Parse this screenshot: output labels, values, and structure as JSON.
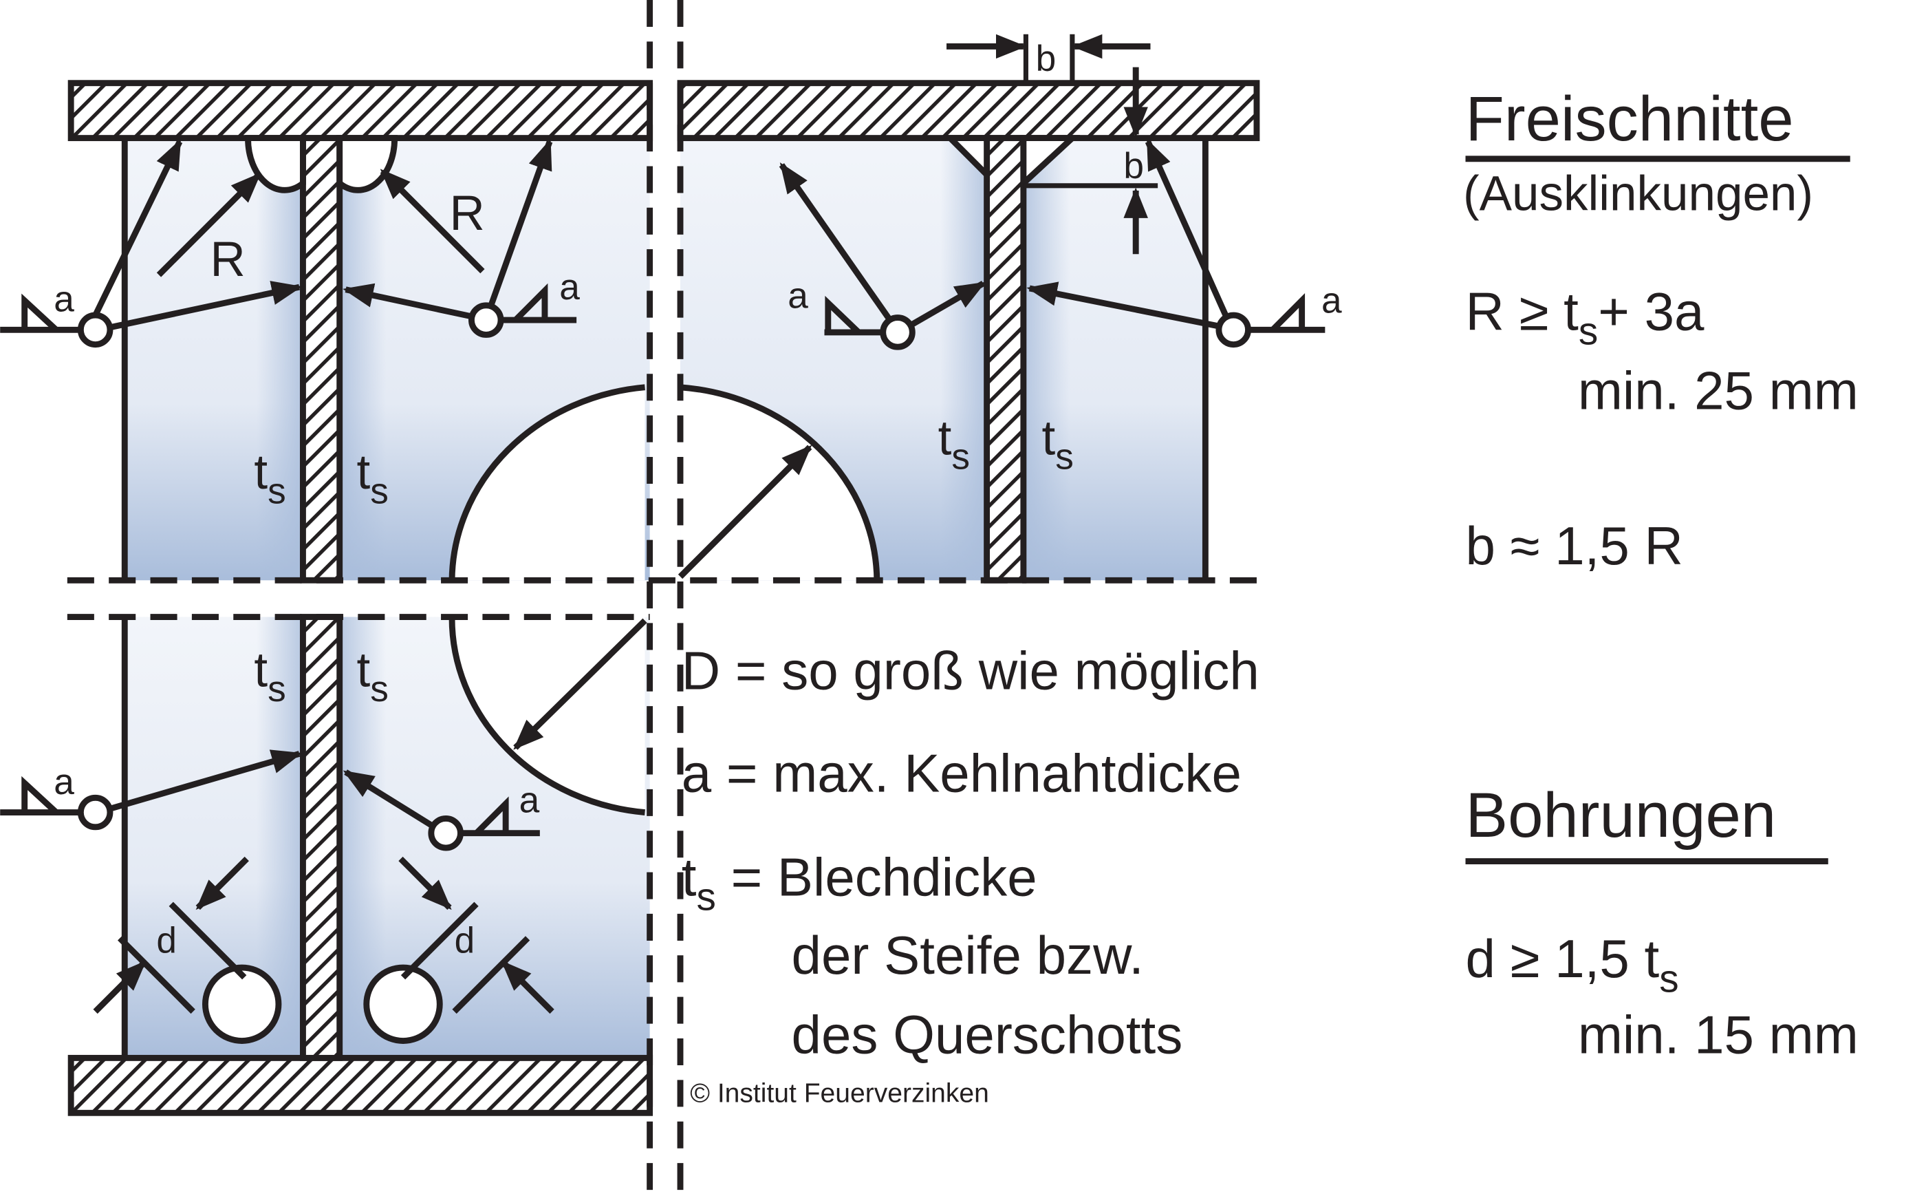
{
  "freischnitte": {
    "title": "Freischnitte",
    "subtitle": "(Ausklinkungen)",
    "formula_r_pre": "R ≥ t",
    "formula_r_sub": "s",
    "formula_r_post": "+ 3a",
    "formula_r_min": "min. 25 mm",
    "formula_b": "b ≈ 1,5 R"
  },
  "bohrungen": {
    "title": "Bohrungen",
    "formula_d_pre": "d ≥ 1,5 t",
    "formula_d_sub": "s",
    "formula_d_min": "min. 15 mm"
  },
  "legend": {
    "d_line": "D = so groß wie möglich",
    "a_line": "a = max. Kehlnahtdicke",
    "ts_t": "t",
    "ts_s": "s",
    "ts_line": " = Blechdicke",
    "ts_line2": "der Steife bzw.",
    "ts_line3": "des Querschotts"
  },
  "labels": {
    "a": "a",
    "R": "R",
    "b": "b",
    "d": "d",
    "t": "t",
    "s": "s"
  },
  "copyright": "© Institut Feuerverzinken",
  "colors": {
    "panel_light": "#f2f5fa",
    "panel_blue": "#a9bddb",
    "ink": "#231f20"
  }
}
